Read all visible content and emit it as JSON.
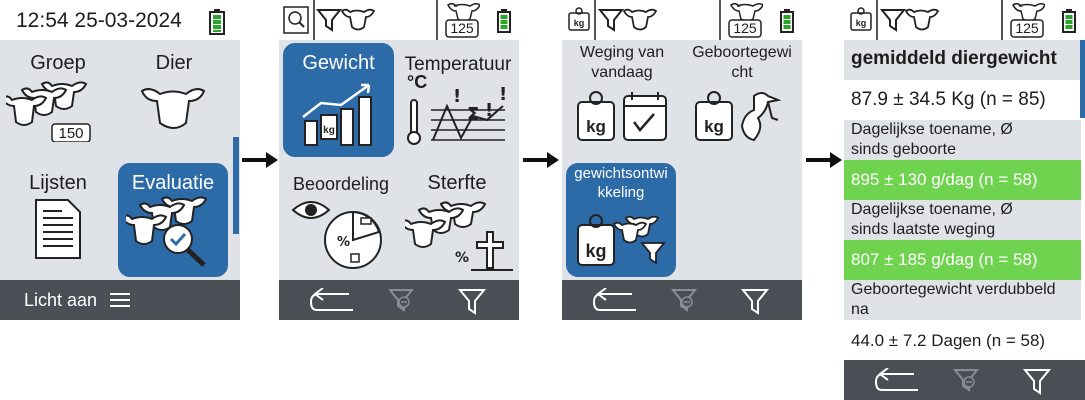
{
  "screen1": {
    "time_date": "12:54 25-03-2024",
    "tiles": {
      "groep": "Groep",
      "dier": "Dier",
      "lijsten": "Lijsten",
      "evaluatie": "Evaluatie"
    },
    "group_count": "150",
    "bottom_label": "Licht aan"
  },
  "screen2": {
    "count_badge": "125",
    "tiles": {
      "gewicht": "Gewicht",
      "temperatuur": "Temperatuur",
      "beoordeling": "Beoordeling",
      "sterfte": "Sterfte"
    },
    "chart_icon_text": "kg",
    "temp_unit": "°C"
  },
  "screen3": {
    "count_badge": "125",
    "kg_icon": "kg",
    "tiles": {
      "weging_line1": "Weging van",
      "weging_line2": "vandaag",
      "geboorte_line1": "Geboortegewi",
      "geboorte_line2": "cht",
      "ontw_line1": "gewichtsontwi",
      "ontw_line2": "kkeling"
    }
  },
  "screen4": {
    "count_badge": "125",
    "kg_icon": "kg",
    "title": "gemiddeld diergewicht",
    "mean_weight": "87.9 ± 34.5 Kg (n = 85)",
    "gain_birth_l1": "Dagelijkse toename, Ø",
    "gain_birth_l2": "sinds geboorte",
    "gain_birth_value": "895 ± 130 g/dag (n = 58)",
    "gain_last_l1": "Dagelijkse toename, Ø",
    "gain_last_l2": "sinds laatste weging",
    "gain_last_value": "807 ± 185 g/dag (n = 58)",
    "double_l1": "Geboortegewicht verdubbeld",
    "double_l2": "na",
    "double_value": "44.0 ± 7.2 Dagen (n = 58)"
  },
  "colors": {
    "accent": "#2c6aa8",
    "highlight": "#6fd34f",
    "bar": "#4a4e55",
    "battery": "#2aa52a"
  }
}
